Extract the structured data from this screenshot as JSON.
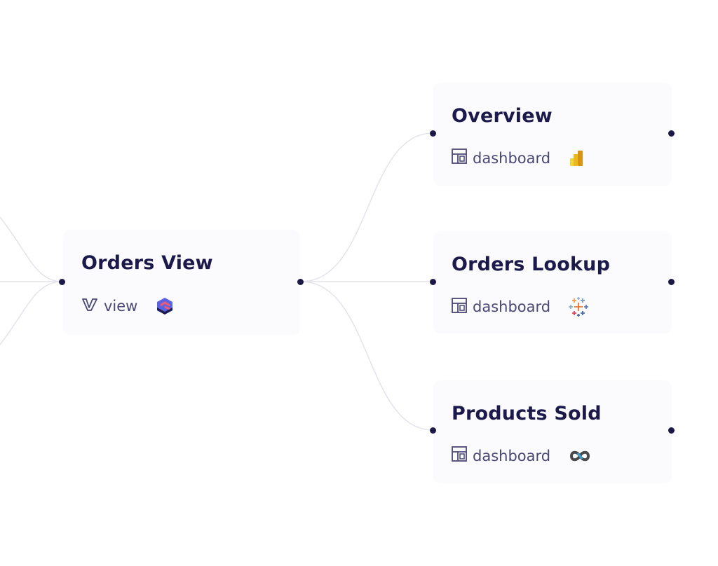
{
  "nodes": {
    "orders_view": {
      "title": "Orders View",
      "type": "view",
      "tool_icon": "dbt-like-icon"
    },
    "overview": {
      "title": "Overview",
      "type": "dashboard",
      "tool_icon": "power-bi-icon"
    },
    "orders_lookup": {
      "title": "Orders Lookup",
      "type": "dashboard",
      "tool_icon": "tableau-icon"
    },
    "products_sold": {
      "title": "Products Sold",
      "type": "dashboard",
      "tool_icon": "looker-infinity-icon"
    }
  },
  "colors": {
    "node_text": "#1c1a4a",
    "meta_text": "#4a4775",
    "edge": "#e2e1ea",
    "dot": "#1c1848"
  }
}
